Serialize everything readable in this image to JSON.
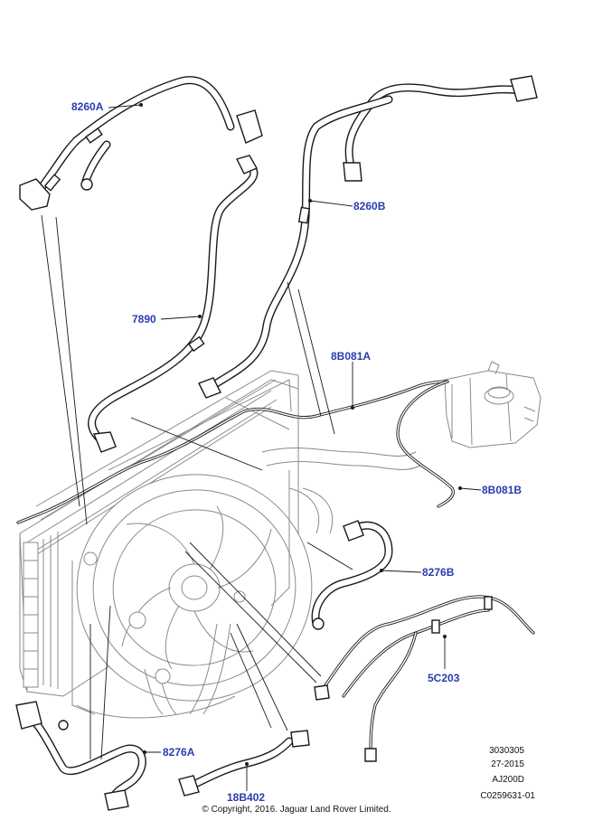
{
  "callouts": {
    "c8260A": "8260A",
    "c8260B": "8260B",
    "c7890": "7890",
    "c8B081A": "8B081A",
    "c8B081B": "8B081B",
    "c8276B": "8276B",
    "c5C203": "5C203",
    "c8276A": "8276A",
    "c18B402": "18B402"
  },
  "reference": {
    "line1": "3030305",
    "line2": "27-2015",
    "line3": "AJ200D",
    "line4": "C0259631-01"
  },
  "copyright": "© Copyright, 2016. Jaguar Land Rover Limited.",
  "colors": {
    "callout_text": "#2a3bb0",
    "line_art": "#1a1a1a",
    "background_art": "#8a8a8a"
  }
}
